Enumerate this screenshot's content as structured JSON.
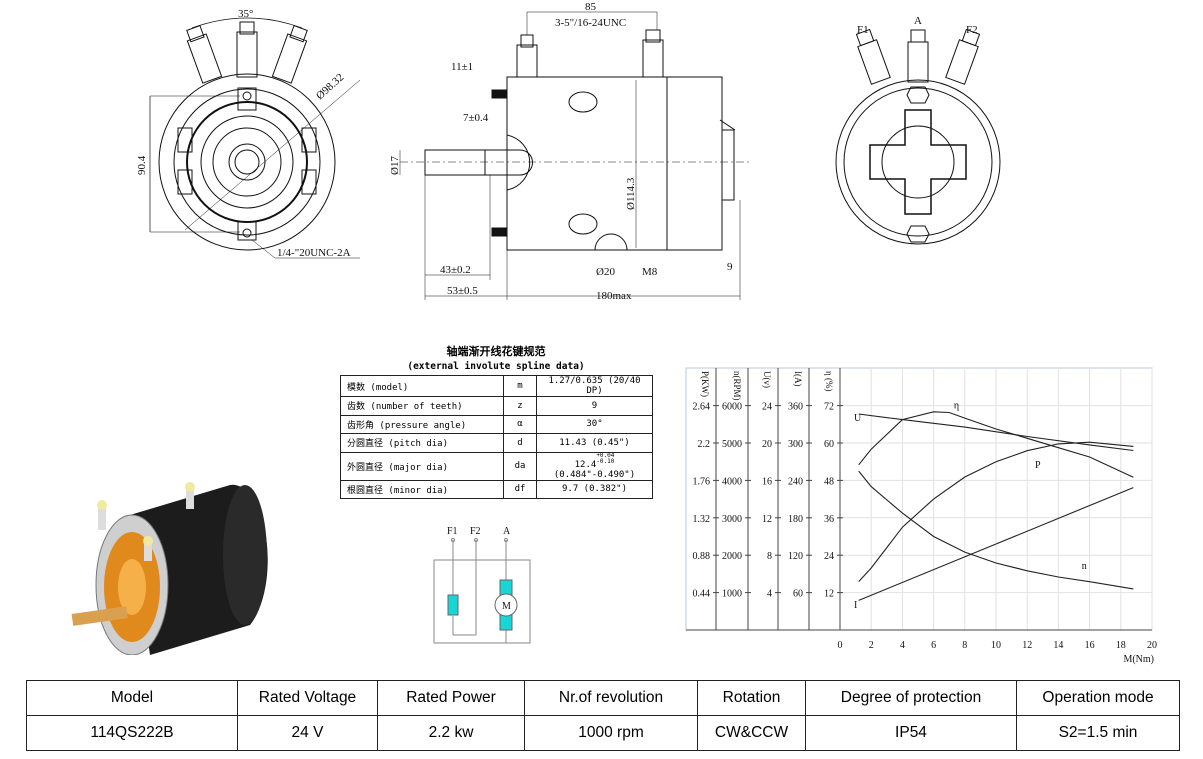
{
  "front_view": {
    "angle": "35°",
    "diameter": "Ø98.32",
    "height": "90.4",
    "thread": "1/4-\"20UNC-2A"
  },
  "side_view": {
    "terminal_spacing": "85",
    "terminal_thread": "3-5\"/16-24UNC",
    "d1": "11±1",
    "d2": "7±0.4",
    "shaft_dia": "Ø17",
    "body_dia": "Ø114.3",
    "d3": "43±0.2",
    "d4": "53±0.5",
    "mount_dia": "Ø20",
    "mount_thread": "M8",
    "length": "180max",
    "d5": "9"
  },
  "rear_view": {
    "f1": "F1",
    "a": "A",
    "f2": "F2"
  },
  "spline": {
    "title": "轴端渐开线花键规范",
    "subtitle": "(external involute spline data)",
    "rows": [
      {
        "name": "模数 (model)",
        "sym": "m",
        "val": "1.27/0.635 (20/40 DP)"
      },
      {
        "name": "齿数 (number of teeth)",
        "sym": "z",
        "val": "9"
      },
      {
        "name": "齿形角 (pressure angle)",
        "sym": "α",
        "val": "30°"
      },
      {
        "name": "分圆直径 (pitch dia)",
        "sym": "d",
        "val": "11.43 (0.45\")"
      },
      {
        "name": "外圆直径 (major dia)",
        "sym": "da",
        "val": "12.4",
        "tol_up": "+0.04",
        "tol_dn": "-0.10",
        "val2": "(0.484\"-0.490\")"
      },
      {
        "name": "根圆直径 (minor dia)",
        "sym": "df",
        "val": "9.7 (0.382\")"
      }
    ]
  },
  "wiring": {
    "f1": "F1",
    "f2": "F2",
    "a": "A",
    "motor": "M"
  },
  "chart_data": {
    "type": "line",
    "title": "",
    "xlabel": "M(Nm)",
    "xlim": [
      0,
      20
    ],
    "x_ticks": [
      "0",
      "2",
      "4",
      "6",
      "8",
      "10",
      "12",
      "14",
      "16",
      "18",
      "20"
    ],
    "axes": [
      {
        "label": "P(KW)",
        "ticks": [
          "0.44",
          "0.88",
          "1.32",
          "1.76",
          "2.2",
          "2.64"
        ],
        "range": [
          0,
          2.64
        ]
      },
      {
        "label": "n(RPM)",
        "ticks": [
          "1000",
          "2000",
          "3000",
          "4000",
          "5000",
          "6000"
        ],
        "range": [
          0,
          6000
        ]
      },
      {
        "label": "U(v)",
        "ticks": [
          "4",
          "8",
          "12",
          "16",
          "20",
          "24"
        ],
        "range": [
          0,
          24
        ]
      },
      {
        "label": "I(A)",
        "ticks": [
          "60",
          "120",
          "180",
          "240",
          "300",
          "360"
        ],
        "range": [
          0,
          360
        ]
      },
      {
        "label": "η (%)",
        "ticks": [
          "12",
          "24",
          "36",
          "48",
          "60",
          "72"
        ],
        "range": [
          0,
          72
        ]
      }
    ],
    "grid": true,
    "series": [
      {
        "name": "η",
        "axis": 4,
        "x": [
          1.2,
          2,
          4,
          6,
          7,
          8,
          10,
          12,
          14,
          16,
          18.8
        ],
        "y": [
          53,
          58,
          67.5,
          70,
          69.8,
          68,
          64.5,
          61.5,
          58.5,
          55.5,
          49
        ]
      },
      {
        "name": "U",
        "axis": 2,
        "x": [
          1.2,
          4,
          8,
          12,
          16,
          18.8
        ],
        "y": [
          23.1,
          22.5,
          21.7,
          20.7,
          19.8,
          19.2
        ]
      },
      {
        "name": "P",
        "axis": 0,
        "x": [
          1.2,
          2,
          4,
          6,
          8,
          10,
          12,
          14,
          16,
          18.8
        ],
        "y": [
          0.57,
          0.73,
          1.21,
          1.54,
          1.8,
          1.98,
          2.11,
          2.19,
          2.21,
          2.16
        ]
      },
      {
        "name": "n",
        "axis": 1,
        "x": [
          1.2,
          2,
          4,
          6,
          8,
          10,
          12,
          14,
          16,
          18.8
        ],
        "y": [
          4250,
          3833,
          3125,
          2500,
          2083,
          1792,
          1583,
          1417,
          1292,
          1100
        ]
      },
      {
        "name": "I",
        "axis": 3,
        "x": [
          1.2,
          10,
          18.8
        ],
        "y": [
          47.5,
          138,
          228.5
        ]
      }
    ]
  },
  "spec_table": {
    "headers": [
      "Model",
      "Rated Voltage",
      "Rated Power",
      "Nr.of revolution",
      "Rotation",
      "Degree of protection",
      "Operation mode"
    ],
    "values": [
      "114QS222B",
      "24 V",
      "2.2 kw",
      "1000 rpm",
      "CW&CCW",
      "IP54",
      "S2=1.5 min"
    ]
  }
}
